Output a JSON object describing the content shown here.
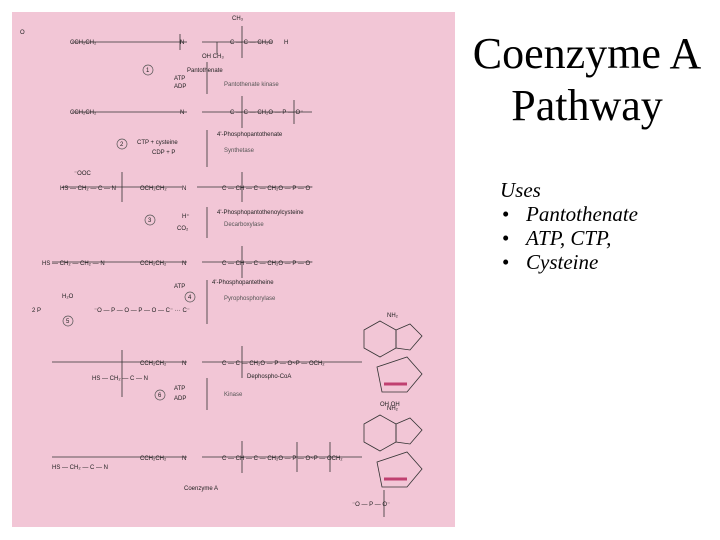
{
  "slide": {
    "title_lines": [
      "Coenzyme A",
      "Pathway"
    ],
    "uses_heading": "Uses",
    "uses_items": [
      "Pantothenate",
      "ATP, CTP,",
      "Cysteine"
    ]
  },
  "figure": {
    "background_color": "#f2c6d6",
    "compound_labels": [
      "Pantothenate",
      "4'-Phosphopantothenate",
      "4'-Phosphopantothenoylcysteine",
      "4'-Phosphopantetheine",
      "Dephospho-CoA",
      "Coenzyme A"
    ],
    "enzyme_labels": [
      "Pantothenate kinase",
      "Synthetase",
      "Decarboxylase",
      "Pyrophosphorylase",
      "Kinase"
    ],
    "step_numbers": [
      "1",
      "2",
      "3",
      "4",
      "5",
      "6"
    ],
    "cofactor_labels": [
      "ATP",
      "ADP",
      "CTP + cysteine",
      "CDP + P",
      "H⁺",
      "CO₂",
      "ATP",
      "ATP",
      "ADP",
      "2 P",
      "H₂O"
    ]
  }
}
